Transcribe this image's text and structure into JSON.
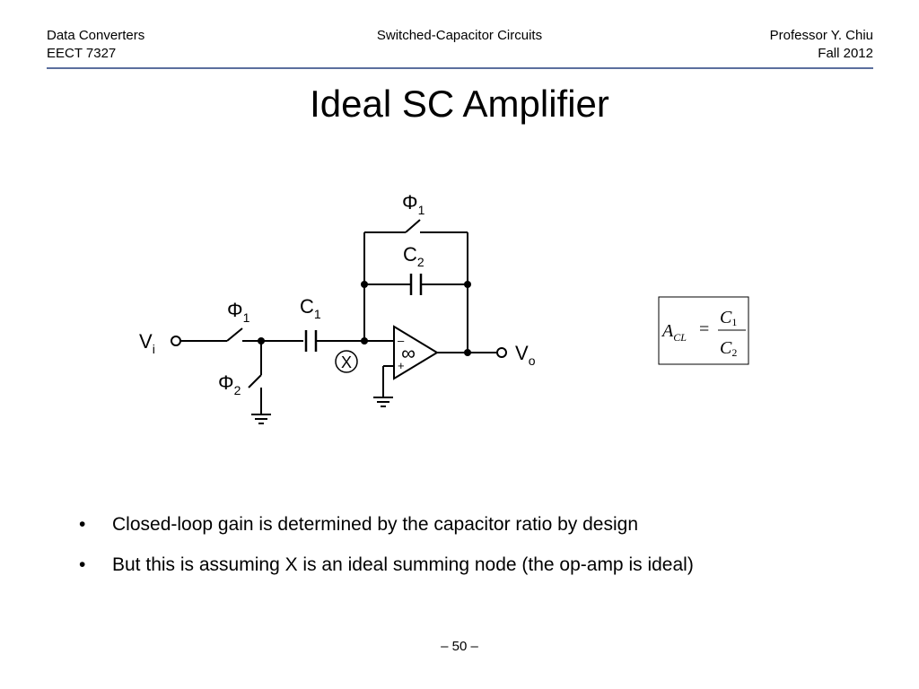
{
  "header": {
    "course": "Data Converters",
    "code": "EECT 7327",
    "topic": "Switched-Capacitor Circuits",
    "professor": "Professor Y. Chiu",
    "term": "Fall 2012",
    "rule_color": "#5b6f9e"
  },
  "title": "Ideal SC Amplifier",
  "circuit": {
    "input_label": "V",
    "input_sub": "i",
    "output_label": "V",
    "output_sub": "o",
    "switch_input_phase": "Φ",
    "switch_input_sub": "1",
    "switch_ground_phase": "Φ",
    "switch_ground_sub": "2",
    "switch_feedback_phase": "Φ",
    "switch_feedback_sub": "1",
    "c1_label": "C",
    "c1_sub": "1",
    "c2_label": "C",
    "c2_sub": "2",
    "node_label": "X",
    "opamp_symbol": "∞",
    "opamp_minus": "–",
    "opamp_plus": "+"
  },
  "equation": {
    "lhs": "A",
    "lhs_sub": "CL",
    "equals": "=",
    "num": "C",
    "num_sub": "1",
    "den": "C",
    "den_sub": "2"
  },
  "bullets": [
    "Closed-loop gain is determined by the capacitor ratio by design",
    "But this is assuming X is an ideal summing node (the op-amp is ideal)"
  ],
  "bullet_symbol": "•",
  "page_number": "– 50 –"
}
